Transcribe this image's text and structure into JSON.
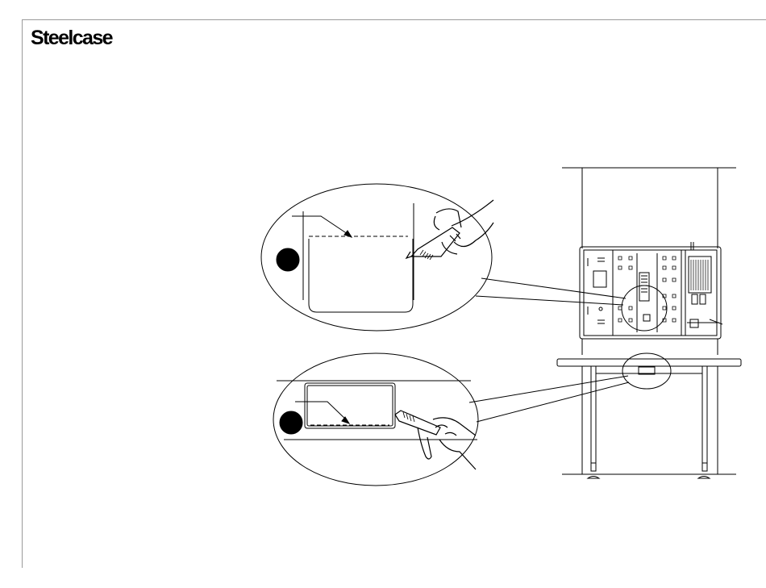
{
  "brand": {
    "name": "Steelcase"
  },
  "colors": {
    "line": "#000000",
    "frame": "#9a9a9a",
    "background": "#ffffff"
  },
  "steps": [
    {
      "id": "step-1",
      "icon": "filled-black-circle",
      "tool": "utility-knife"
    },
    {
      "id": "step-2",
      "icon": "filled-black-circle",
      "tool": "utility-knife"
    }
  ]
}
